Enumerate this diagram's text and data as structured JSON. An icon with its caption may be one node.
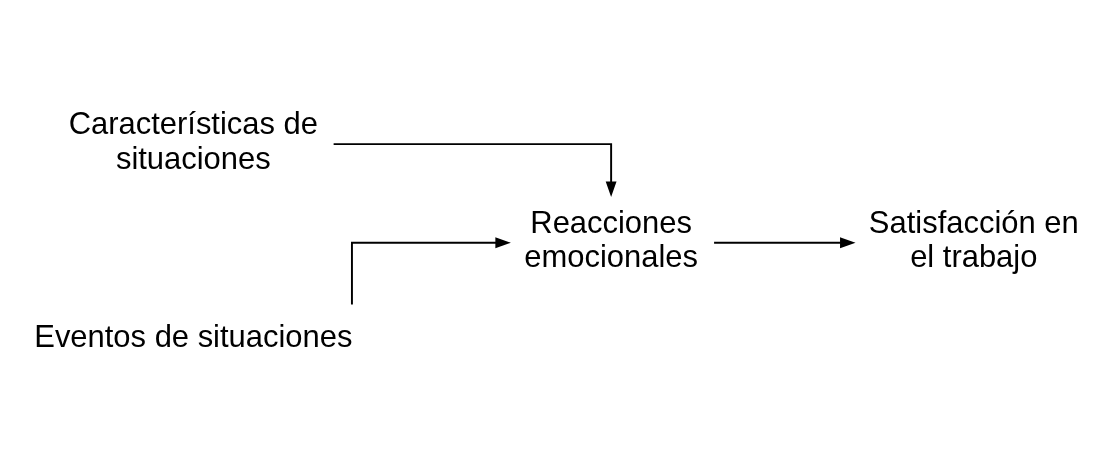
{
  "diagram": {
    "nodes": [
      {
        "text": [
          "Características de situaciones"
        ]
      },
      {
        "text": [
          "Reacciones emocionales"
        ]
      },
      {
        "text": [
          "Satisfacción en el trabajo"
        ]
      },
      {
        "text": [
          "Eventos de situaciones"
        ]
      }
    ],
    "edges": [
      {
        "from": 0,
        "to": 1,
        "arrow": "to"
      },
      {
        "from": 1,
        "to": 2,
        "arrow": "to"
      },
      {
        "from": 3,
        "to": 1,
        "arrow": "to"
      }
    ]
  }
}
